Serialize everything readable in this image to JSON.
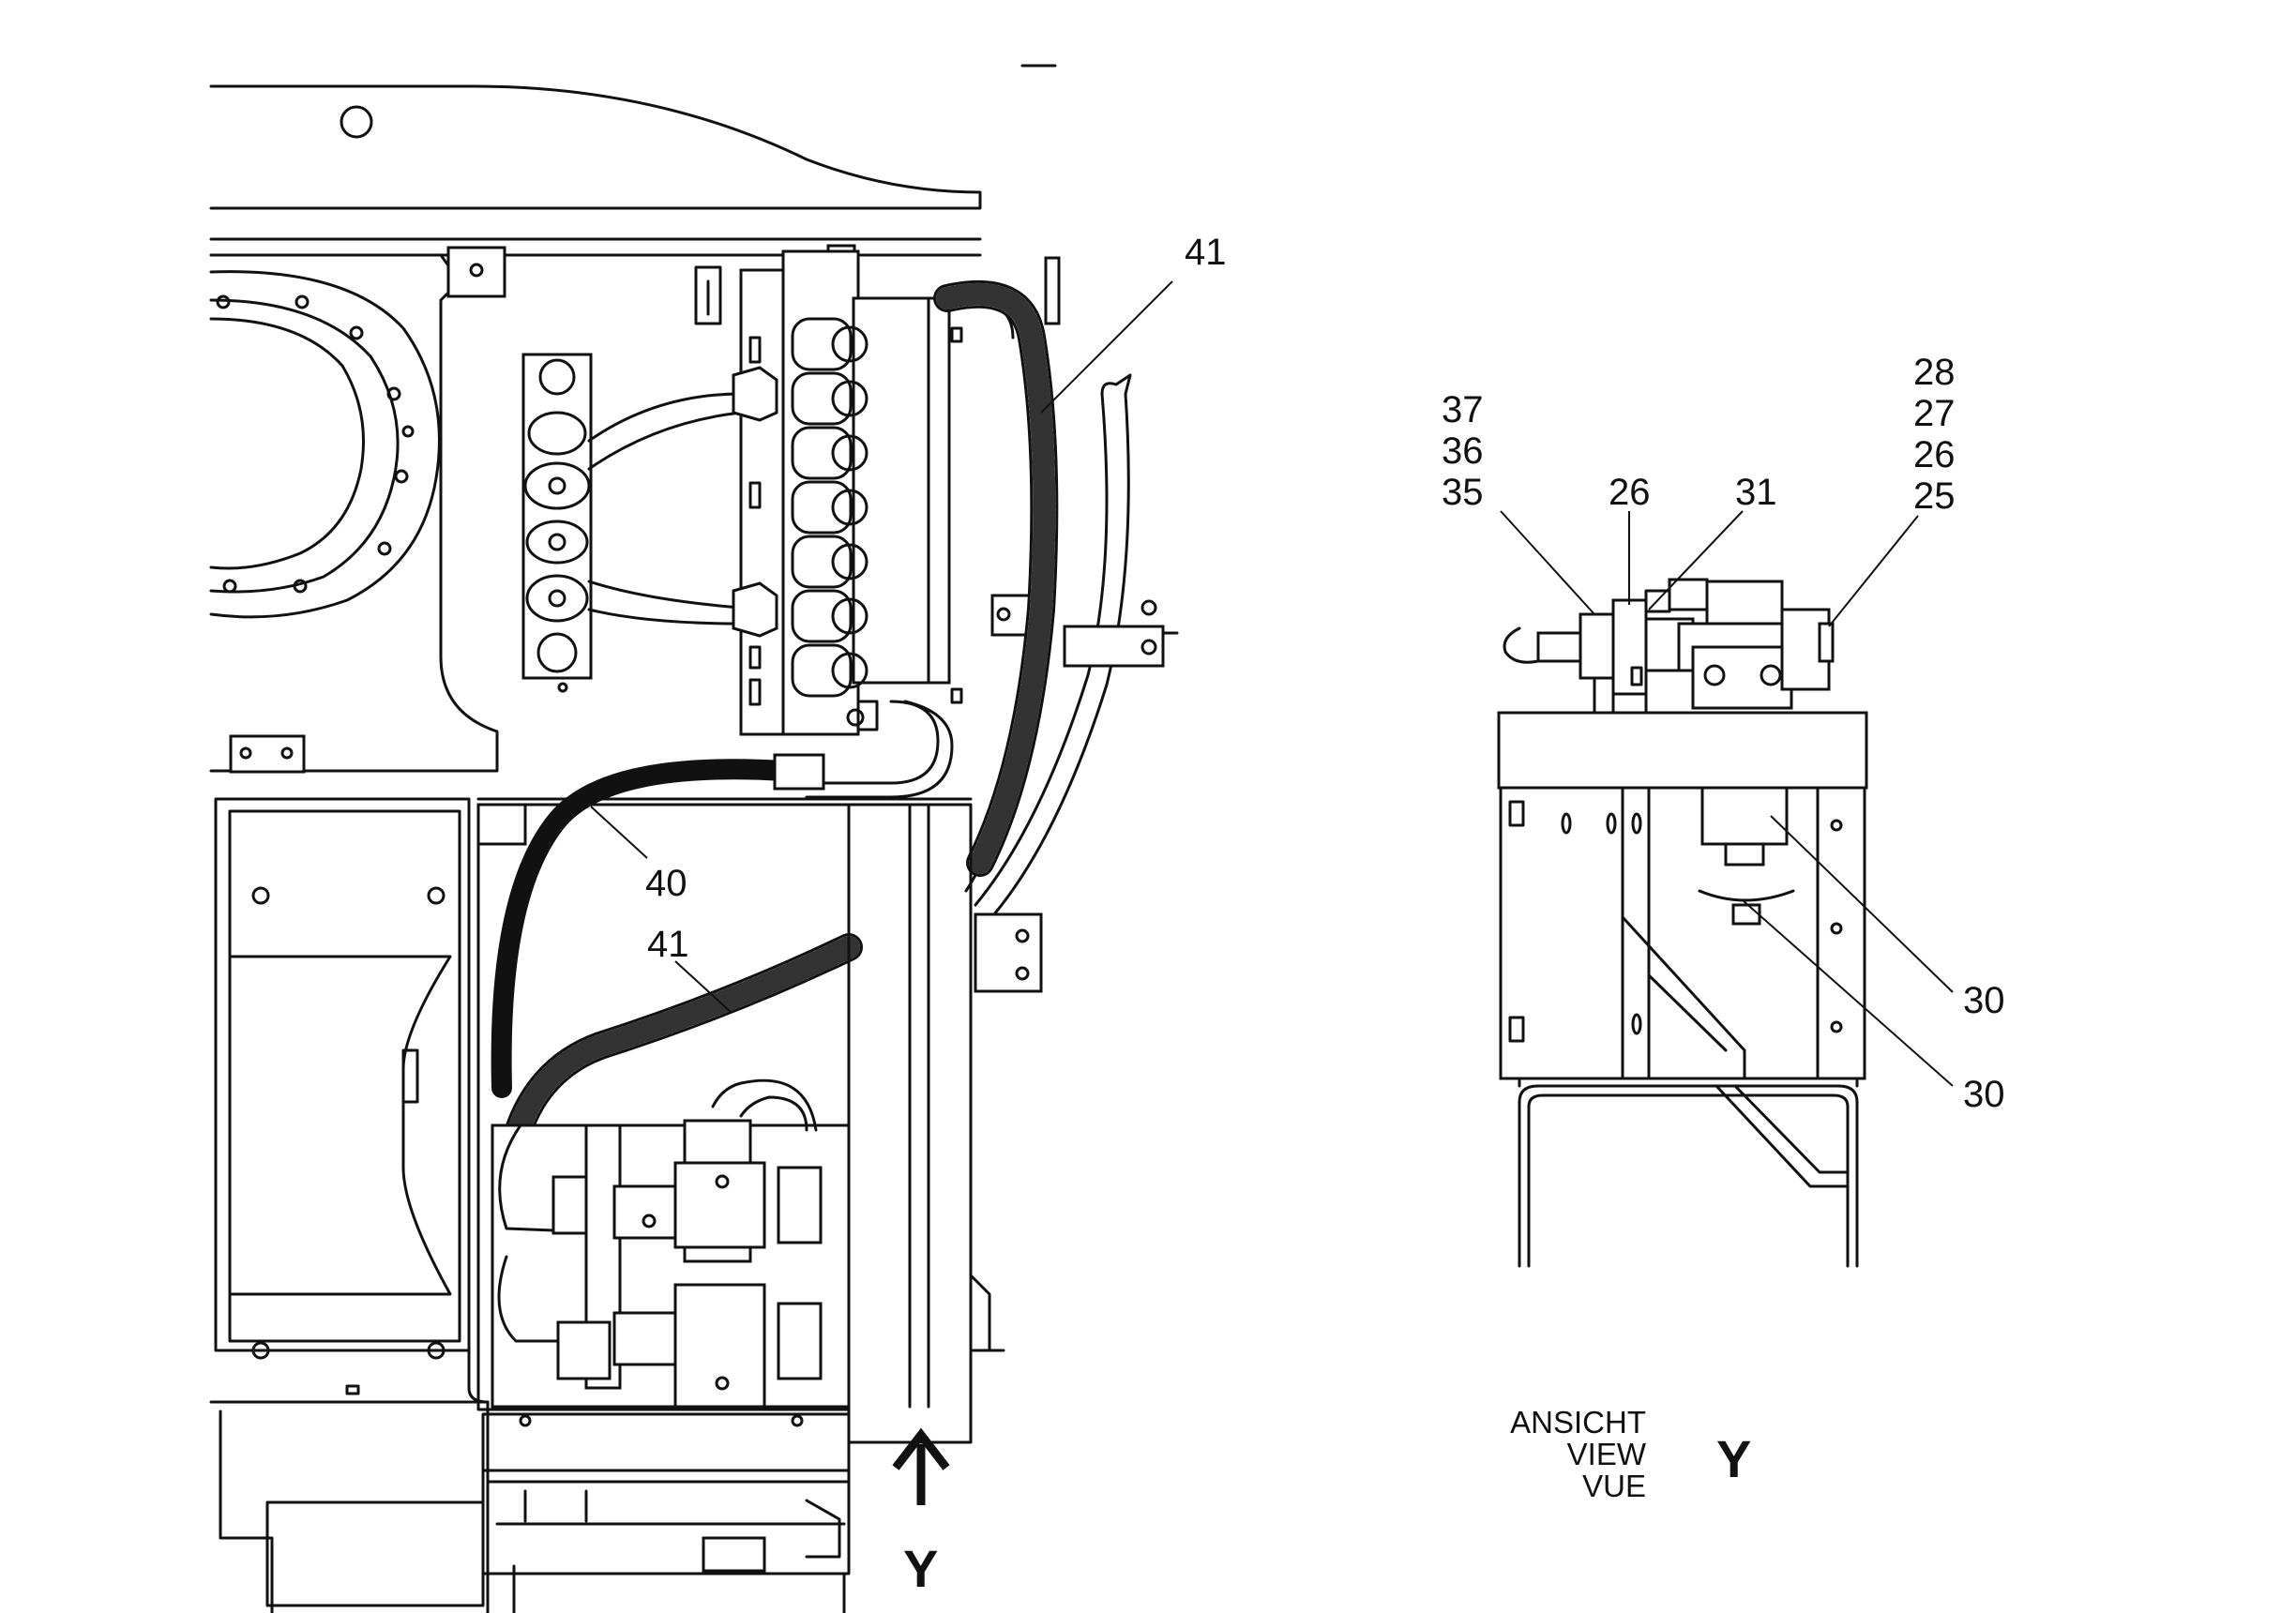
{
  "labels": {
    "main_41_top": "41",
    "main_40": "40",
    "main_41_mid": "41",
    "main_y": "Y",
    "detail_37": "37",
    "detail_36": "36",
    "detail_35": "35",
    "detail_26_mid": "26",
    "detail_31": "31",
    "detail_28": "28",
    "detail_27": "27",
    "detail_26_right": "26",
    "detail_25": "25",
    "detail_30_upper": "30",
    "detail_30_lower": "30"
  },
  "view_caption": {
    "line1": "ANSICHT",
    "line2": "VIEW",
    "line3": "VUE",
    "letter": "Y"
  }
}
